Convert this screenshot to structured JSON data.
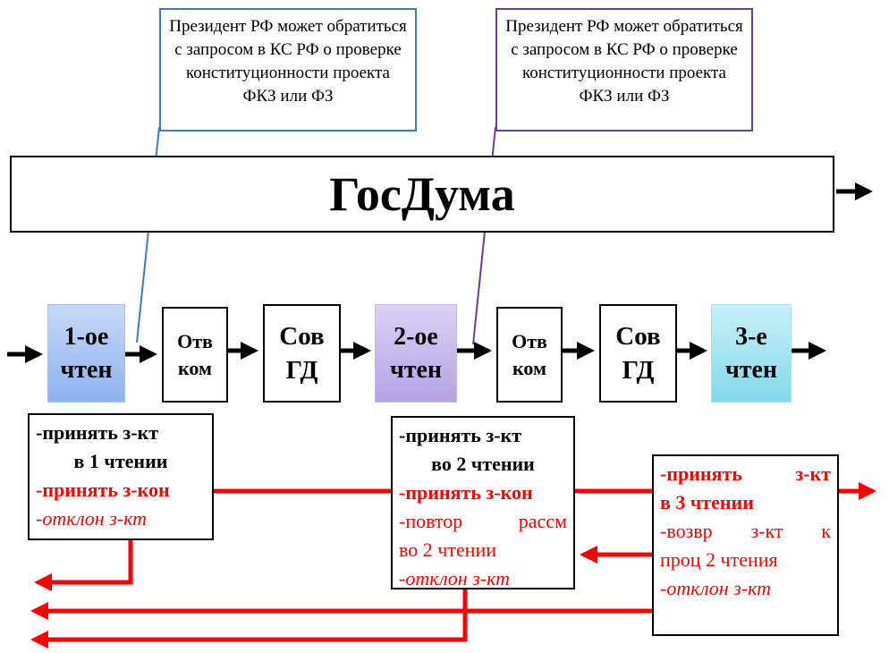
{
  "colors": {
    "red": "#ff0000",
    "black": "#000000",
    "callout_left_border": "#3b7cc2",
    "callout_right_border": "#6e3a9e"
  },
  "callouts": [
    "Президент РФ может обратиться с запросом в КС РФ о проверке конституционности проекта ФКЗ или ФЗ",
    "Президент РФ может обратиться с запросом в КС РФ о проверке конституционности проекта ФКЗ или ФЗ"
  ],
  "banner": "ГосДума",
  "steps": {
    "reading_1": "1-ое\nчтен",
    "committee_1": "Отв\nком",
    "council_1": "Сов\nГД",
    "reading_2": "2-ое\nчтен",
    "committee_2": "Отв\nком",
    "council_2": "Сов\nГД",
    "reading_3": "3-е\nчтен"
  },
  "outcomes": {
    "first": {
      "l1": "-принять з-кт",
      "l2": "в 1 чтении",
      "l3": "-принять з-кон",
      "l4": "-отклон з-кт"
    },
    "second": {
      "l1": "-принять з-кт",
      "l2": "во 2 чтении",
      "l3": "-принять з-кон",
      "l4a": "-повтор",
      "l4b": "рассм",
      "l5": "во 2 чтении",
      "l6": "-отклон з-кт"
    },
    "third": {
      "l1a": "-принять",
      "l1b": "з-кт",
      "l2": "в 3 чтении",
      "l3a": "-возвр",
      "l3b": "з-кт",
      "l3c": "к",
      "l4": "проц 2 чтения",
      "l5": "-отклон з-кт"
    }
  }
}
